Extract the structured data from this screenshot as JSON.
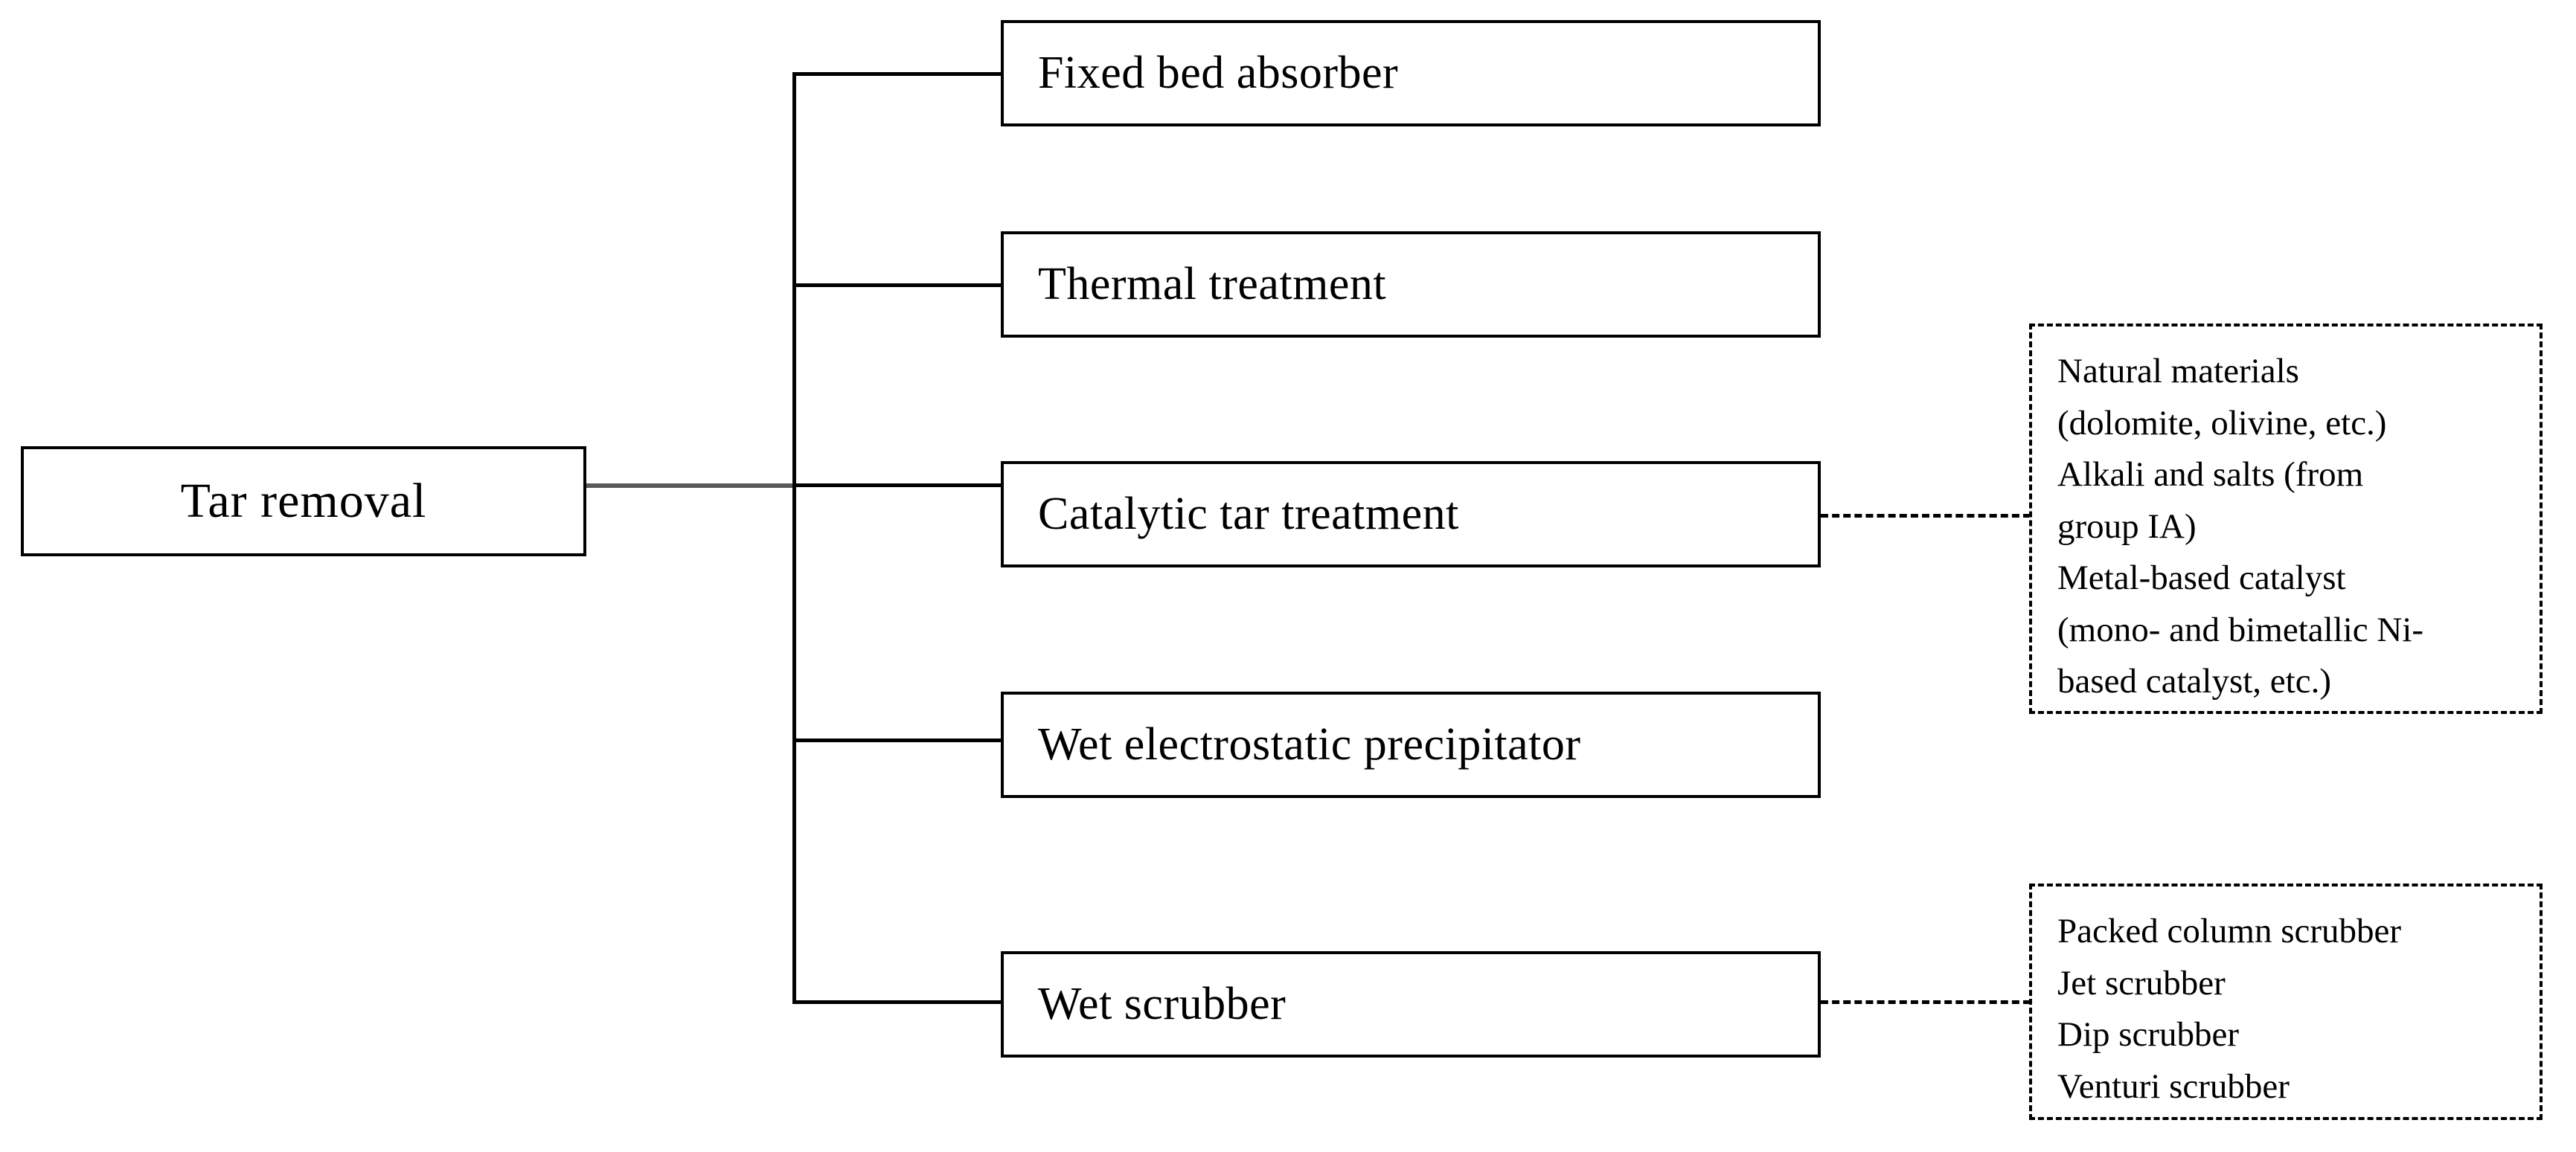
{
  "diagram": {
    "type": "tree-flow-diagram",
    "title": "Tar removal",
    "root": {
      "label": "Tar removal"
    },
    "branches": [
      {
        "label": "Fixed bed absorber",
        "has_detail": false
      },
      {
        "label": "Thermal  treatment",
        "has_detail": false
      },
      {
        "label": "Catalytic tar treatment",
        "has_detail": true
      },
      {
        "label": "Wet electrostatic precipitator",
        "has_detail": false
      },
      {
        "label": "Wet scrubber",
        "has_detail": true
      }
    ],
    "details": [
      {
        "for": "Catalytic tar treatment",
        "lines": [
          "Natural materials",
          "(dolomite,  olivine, etc.)",
          "Alkali  and salts (from",
          "group IA)",
          "Metal-based catalyst",
          "(mono- and bimetallic  Ni-",
          "based catalyst, etc.)"
        ]
      },
      {
        "for": "Wet scrubber",
        "lines": [
          "Packed column scrubber",
          "Jet scrubber",
          "Dip  scrubber",
          "Venturi  scrubber"
        ]
      }
    ],
    "colors": {
      "background": "#ffffff",
      "stroke": "#000000",
      "root_connector": "#5a5a5a"
    }
  }
}
